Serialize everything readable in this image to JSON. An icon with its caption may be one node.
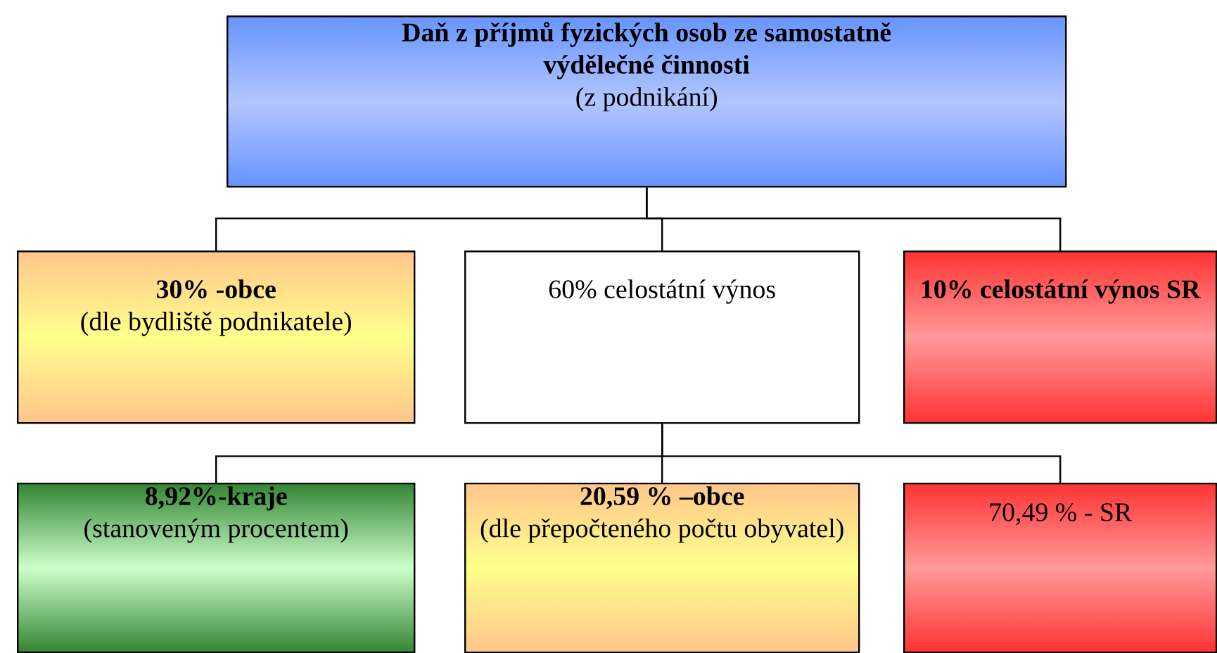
{
  "diagram": {
    "nodes": [
      {
        "text": [
          "Daň z příjmů fyzických osob ze samostatně výdělečné činnosti",
          "(z podnikání)"
        ]
      },
      {
        "text": [
          "30% -obce",
          "(dle bydliště podnikatele)"
        ]
      },
      {
        "text": [
          "60% celostátní výnos"
        ]
      },
      {
        "text": [
          "10% celostátní výnos SR"
        ]
      },
      {
        "text": [
          "8,92%-kraje",
          "(stanoveným procentem)"
        ]
      },
      {
        "text": [
          "20,59 % –obce",
          "(dle přepočteného počtu obyvatel)"
        ]
      },
      {
        "text": [
          "70,49 % - SR"
        ]
      }
    ],
    "edges": [
      {
        "from": 0,
        "to": 1,
        "arrow": "none"
      },
      {
        "from": 0,
        "to": 2,
        "arrow": "none"
      },
      {
        "from": 0,
        "to": 3,
        "arrow": "none"
      },
      {
        "from": 2,
        "to": 4,
        "arrow": "none"
      },
      {
        "from": 2,
        "to": 5,
        "arrow": "none"
      },
      {
        "from": 2,
        "to": 6,
        "arrow": "none"
      }
    ]
  }
}
